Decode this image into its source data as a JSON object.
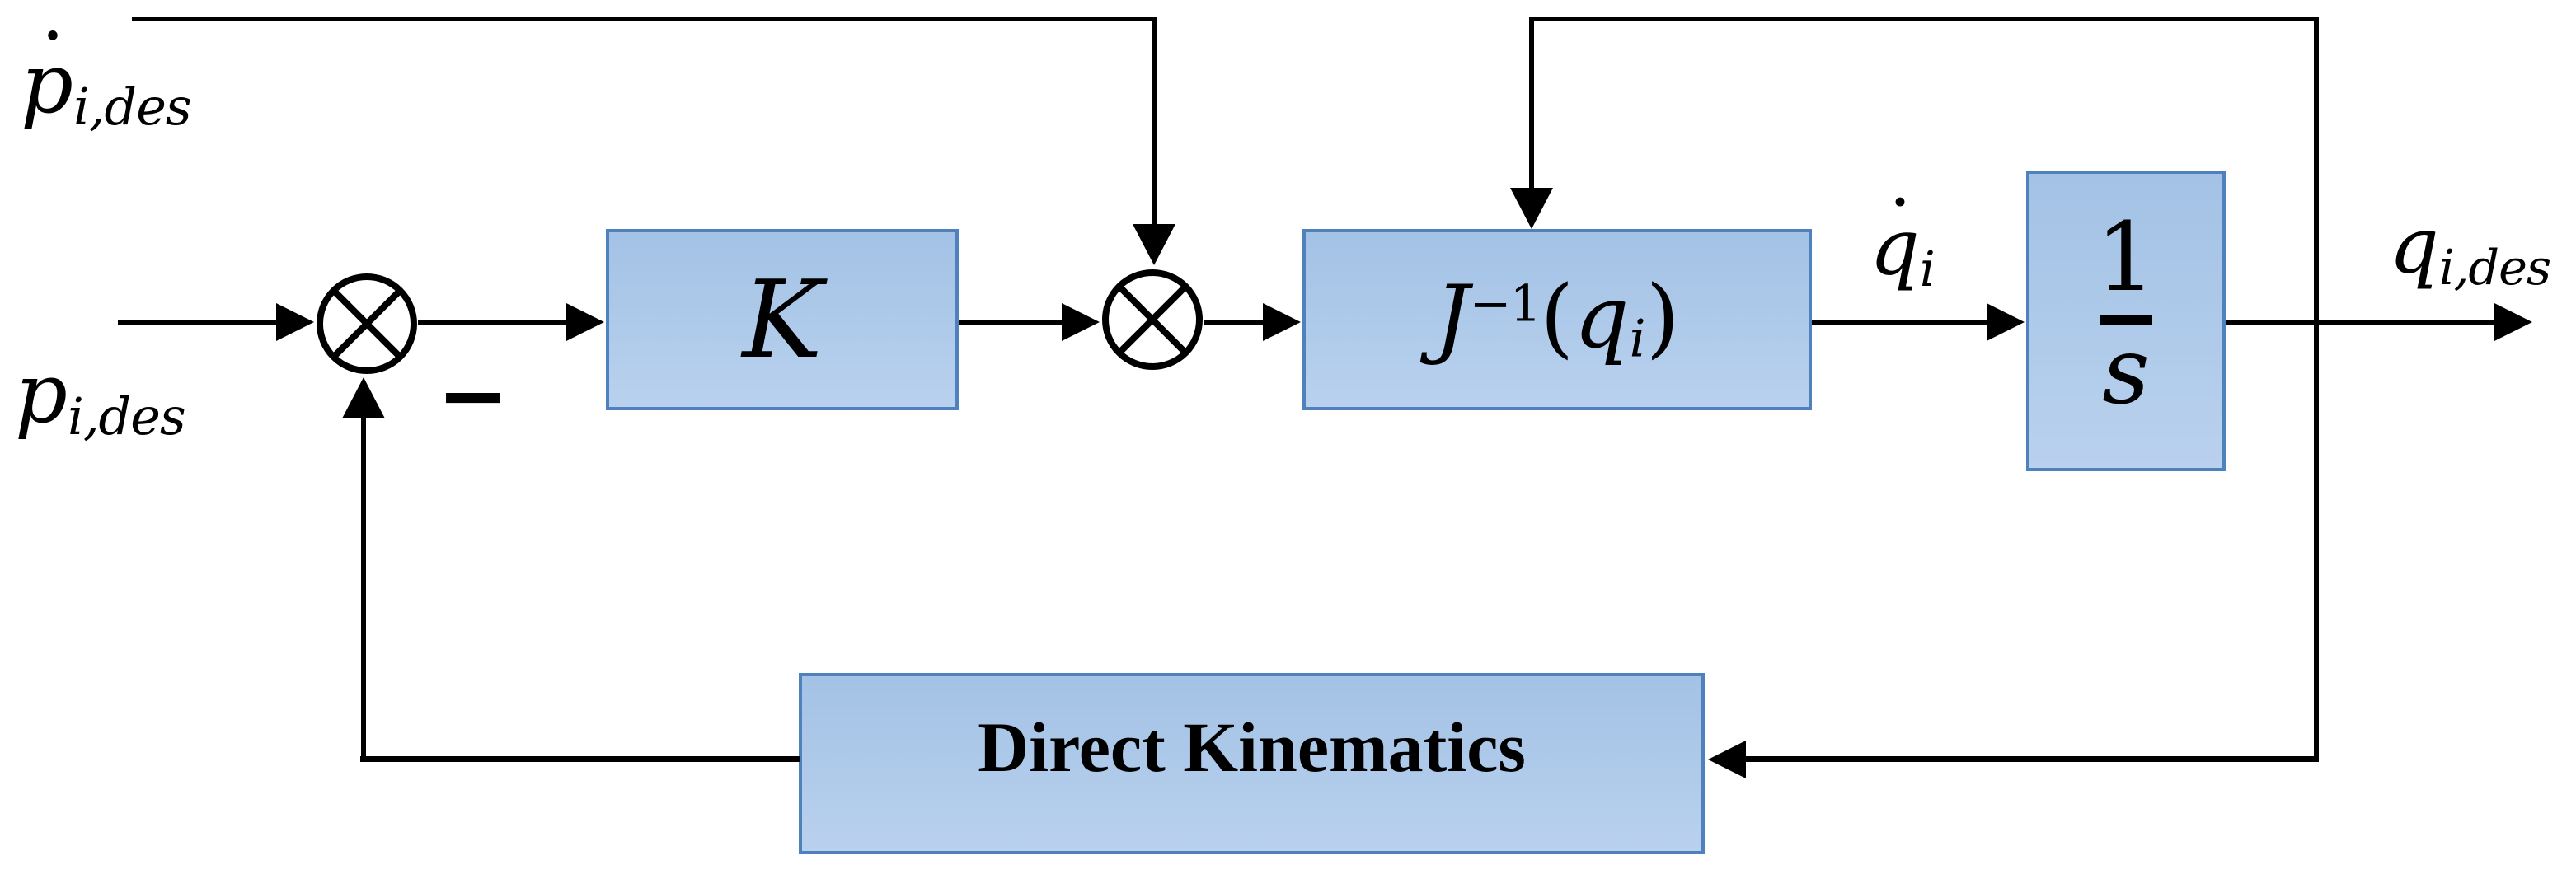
{
  "diagram": {
    "title": "Inverse kinematics control loop block diagram",
    "style": {
      "background": "#ffffff",
      "line_color": "#000000",
      "block_fill_top": "#a3c2e5",
      "block_fill_bottom": "#b9d1ee",
      "block_border": "#4f81bd",
      "text_color": "#000000"
    },
    "labels": {
      "desired_velocity": {
        "dot": "˙",
        "base": "p",
        "sub": "i,des"
      },
      "desired_position": {
        "base": "p",
        "sub": "i,des"
      },
      "joint_velocity": {
        "dot": "˙",
        "base": "q",
        "sub": "i"
      },
      "output": {
        "base": "q",
        "sub": "i,des"
      }
    },
    "operators": {
      "minus": "−"
    },
    "blocks": {
      "gain": {
        "label": "K"
      },
      "jacobian": {
        "base": "J",
        "sup": "−1",
        "open": "(",
        "arg": "q",
        "arg_sub": "i",
        "close": ")"
      },
      "integrator": {
        "num": "1",
        "den": "s"
      },
      "direct_kinematics": {
        "label": "Direct Kinematics"
      }
    },
    "junctions": [
      {
        "type": "summing-junction",
        "symbol": "otimes"
      },
      {
        "type": "summing-junction",
        "symbol": "otimes"
      }
    ]
  }
}
